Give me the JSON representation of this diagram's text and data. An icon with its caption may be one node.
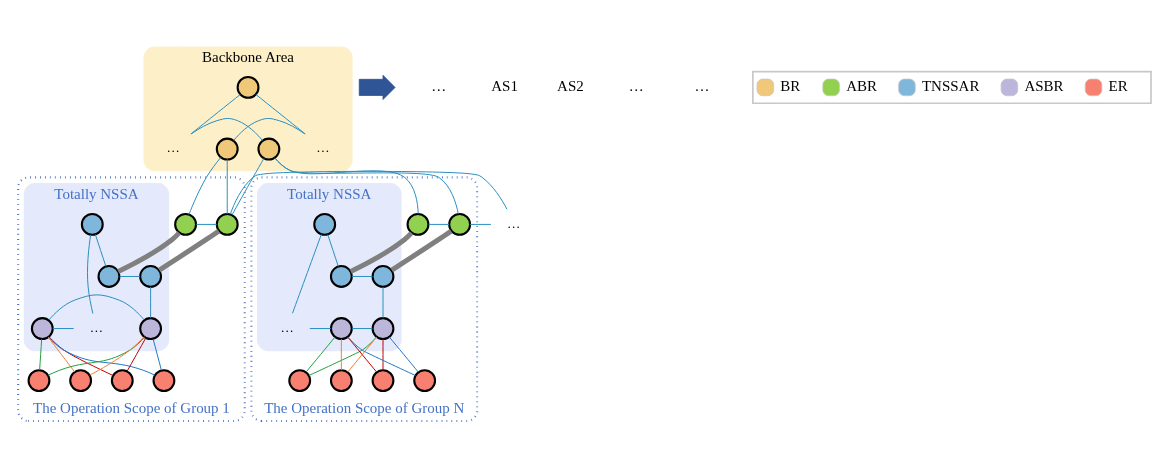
{
  "diagram": {
    "nodes": [
      {
        "text": [
          "Backbone Area"
        ]
      },
      {
        "text": [],
        "shape": "circle",
        "in": 0
      },
      {
        "text": [],
        "shape": "circle",
        "in": 0
      },
      {
        "text": [],
        "shape": "circle",
        "in": 0
      },
      {
        "text": [
          "The Operation Scope of Group 1"
        ]
      },
      {
        "text": [
          "Totally NSSA"
        ],
        "in": 4
      },
      {
        "text": [],
        "shape": "circle",
        "in": 4
      },
      {
        "text": [],
        "shape": "circle",
        "in": 4
      },
      {
        "text": [],
        "shape": "circle",
        "in": 5
      },
      {
        "text": [],
        "shape": "circle",
        "in": 5
      },
      {
        "text": [],
        "shape": "circle",
        "in": 5
      },
      {
        "text": [],
        "shape": "circle",
        "in": 5
      },
      {
        "text": [],
        "shape": "circle",
        "in": 5
      },
      {
        "text": [],
        "shape": "circle",
        "in": 4
      },
      {
        "text": [],
        "shape": "circle",
        "in": 4
      },
      {
        "text": [],
        "shape": "circle",
        "in": 4
      },
      {
        "text": [],
        "shape": "circle",
        "in": 4
      },
      {
        "text": [
          "The Operation Scope of Group N"
        ]
      },
      {
        "text": [
          "Totally NSSA"
        ],
        "in": 17
      },
      {
        "text": [],
        "shape": "circle",
        "in": 17
      },
      {
        "text": [],
        "shape": "circle",
        "in": 17
      },
      {
        "text": [],
        "shape": "circle",
        "in": 18
      },
      {
        "text": [],
        "shape": "circle",
        "in": 18
      },
      {
        "text": [],
        "shape": "circle",
        "in": 18
      },
      {
        "text": [],
        "shape": "circle",
        "in": 18
      },
      {
        "text": [],
        "shape": "circle",
        "in": 18
      },
      {
        "text": [],
        "shape": "circle",
        "in": 17
      },
      {
        "text": [],
        "shape": "circle",
        "in": 17
      },
      {
        "text": [],
        "shape": "circle",
        "in": 17
      },
      {
        "text": [],
        "shape": "circle",
        "in": 17
      },
      {
        "text": [],
        "shape": "arrow"
      },
      {
        "text": [
          "…"
        ],
        "in": 0
      },
      {
        "text": [
          "…"
        ],
        "in": 0
      },
      {
        "text": [
          "…"
        ]
      },
      {
        "text": [
          "…"
        ],
        "in": 5
      },
      {
        "text": [
          "…"
        ],
        "in": 18
      }
    ],
    "edges": [
      {
        "from": 1,
        "to": 31,
        "arrow": "none"
      },
      {
        "from": 31,
        "to": 2,
        "arrow": "none"
      },
      {
        "from": 2,
        "to": 32,
        "arrow": "none"
      },
      {
        "from": 32,
        "to": 3,
        "arrow": "none"
      },
      {
        "from": 1,
        "to": 6,
        "arrow": "none"
      },
      {
        "from": 1,
        "to": 7,
        "arrow": "none"
      },
      {
        "from": 6,
        "to": 7,
        "arrow": "none"
      },
      {
        "from": 3,
        "to": 7,
        "arrow": "none"
      },
      {
        "from": 3,
        "to": 19,
        "arrow": "none"
      },
      {
        "from": 3,
        "to": 20,
        "arrow": "none"
      },
      {
        "from": 19,
        "to": 20,
        "arrow": "none"
      },
      {
        "from": 7,
        "to": 33,
        "arrow": "none"
      },
      {
        "from": 33,
        "to": 19,
        "arrow": "none"
      },
      {
        "from": 6,
        "to": 9,
        "arrow": "none",
        "style": "thick",
        "color": "#808080"
      },
      {
        "from": 7,
        "to": 10,
        "arrow": "none",
        "style": "thick",
        "color": "#808080"
      },
      {
        "from": 19,
        "to": 21,
        "arrow": "none",
        "style": "thick",
        "color": "#808080"
      },
      {
        "from": 20,
        "to": 22,
        "arrow": "none",
        "style": "thick",
        "color": "#808080"
      },
      {
        "from": 8,
        "to": 9,
        "arrow": "none"
      },
      {
        "from": 9,
        "to": 10,
        "arrow": "none"
      },
      {
        "from": 10,
        "to": 12,
        "arrow": "none"
      },
      {
        "from": 12,
        "to": 11,
        "arrow": "none"
      },
      {
        "from": 11,
        "to": 34,
        "arrow": "none"
      },
      {
        "from": 8,
        "to": 34,
        "arrow": "none"
      },
      {
        "from": 11,
        "to": 13,
        "arrow": "none",
        "color": "#c00000"
      },
      {
        "from": 11,
        "to": 14,
        "arrow": "none",
        "color": "#1f78c8"
      },
      {
        "from": 11,
        "to": 15,
        "arrow": "none",
        "color": "#20a040"
      },
      {
        "from": 11,
        "to": 16,
        "arrow": "none",
        "color": "#f08030"
      },
      {
        "from": 12,
        "to": 13,
        "arrow": "none",
        "color": "#c00000"
      },
      {
        "from": 12,
        "to": 14,
        "arrow": "none",
        "color": "#1f78c8"
      },
      {
        "from": 12,
        "to": 15,
        "arrow": "none",
        "color": "#20a040"
      },
      {
        "from": 12,
        "to": 16,
        "arrow": "none",
        "color": "#f08030"
      },
      {
        "from": 21,
        "to": 22,
        "arrow": "none"
      },
      {
        "from": 22,
        "to": 23,
        "arrow": "none"
      },
      {
        "from": 23,
        "to": 35,
        "arrow": "none"
      },
      {
        "from": 35,
        "to": 25,
        "arrow": "none"
      },
      {
        "from": 25,
        "to": 24,
        "arrow": "none"
      },
      {
        "from": 24,
        "to": 21,
        "arrow": "none"
      },
      {
        "from": 24,
        "to": 26,
        "arrow": "none",
        "color": "#c00000"
      },
      {
        "from": 24,
        "to": 27,
        "arrow": "none",
        "color": "#1f78c8"
      },
      {
        "from": 24,
        "to": 28,
        "arrow": "none",
        "color": "#20a040"
      },
      {
        "from": 24,
        "to": 29,
        "arrow": "none",
        "color": "#f08030"
      },
      {
        "from": 25,
        "to": 26,
        "arrow": "none",
        "color": "#c00000"
      },
      {
        "from": 25,
        "to": 27,
        "arrow": "none",
        "color": "#1f78c8"
      },
      {
        "from": 25,
        "to": 28,
        "arrow": "none",
        "color": "#20a040"
      },
      {
        "from": 25,
        "to": 29,
        "arrow": "none",
        "color": "#f08030"
      }
    ],
    "labels": [
      "…",
      "AS1",
      "AS2",
      "…",
      "…"
    ],
    "legend": [
      {
        "text": "BR",
        "color": "#f0c87a"
      },
      {
        "text": "ABR",
        "color": "#92d050"
      },
      {
        "text": "TNSSAR",
        "color": "#7fb6dc"
      },
      {
        "text": "ASBR",
        "color": "#bcb6da"
      },
      {
        "text": "ER",
        "color": "#f88070"
      }
    ]
  }
}
